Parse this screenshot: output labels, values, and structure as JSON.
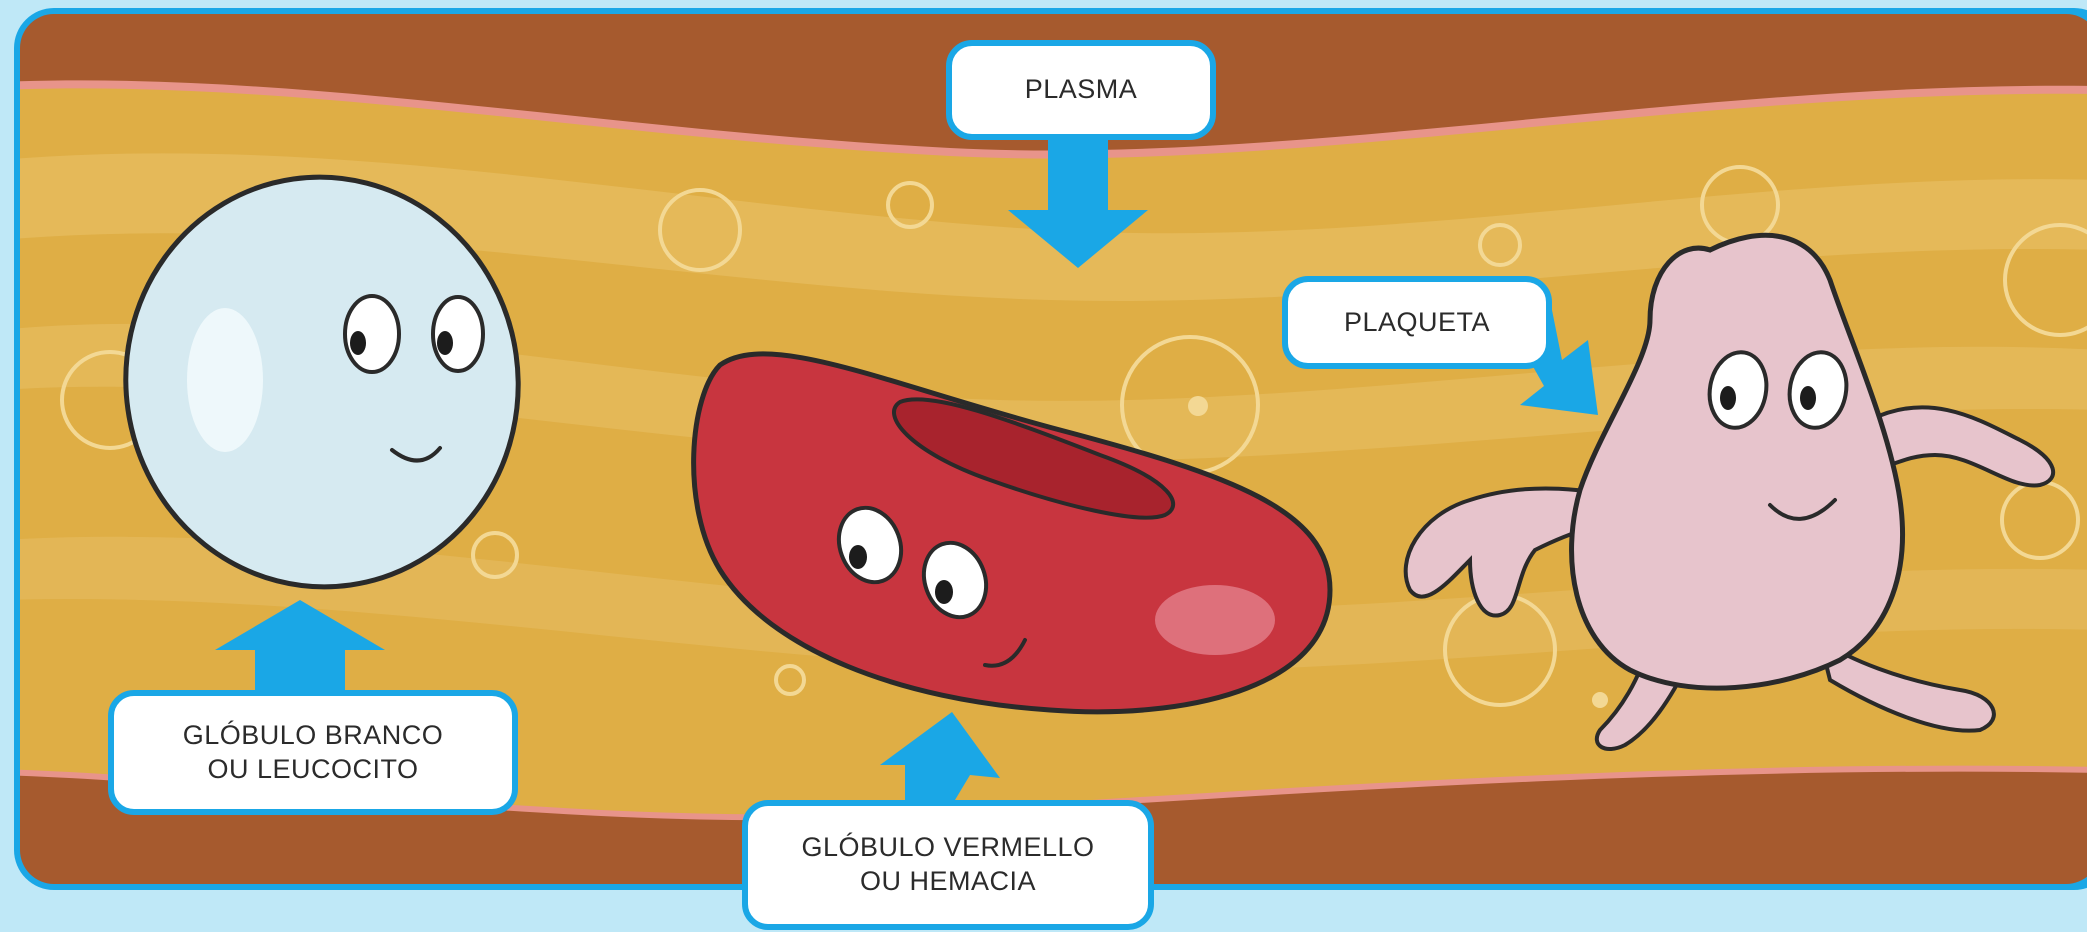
{
  "labels": {
    "plasma": "PLASMA",
    "platelet": "PLAQUETA",
    "white_cell_line1": "GLÓBULO BRANCO",
    "white_cell_line2": "OU LEUCOCITO",
    "red_cell_line1": "GLÓBULO VERMELLO",
    "red_cell_line2": "OU HEMACIA"
  },
  "colors": {
    "frame": "#1aa7e6",
    "outer_background": "#bfe8f7",
    "vessel_wall": "#a65a2e",
    "plasma": "#dfae45",
    "white_cell": "#d6eaf1",
    "red_cell": "#c8353f",
    "platelet": "#e7c4cc",
    "arrow": "#1aa7e6"
  }
}
